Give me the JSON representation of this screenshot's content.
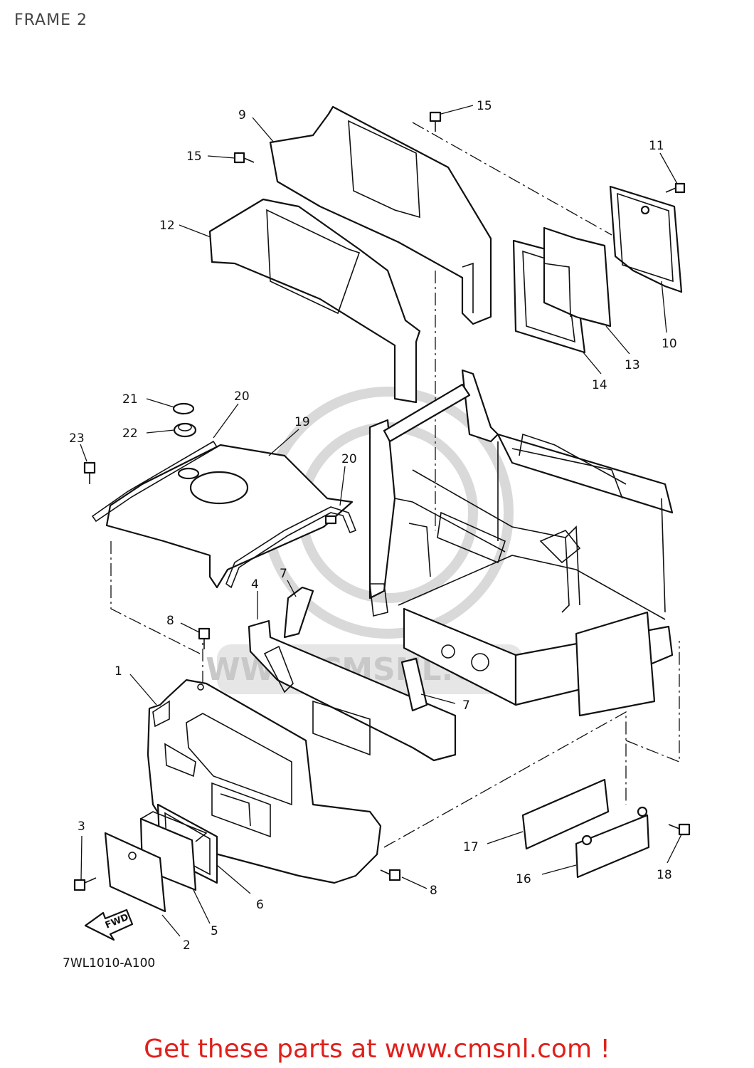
{
  "header": {
    "title": "FRAME 2"
  },
  "diagram_code": "7WL1010-A100",
  "fwd_label": "FWD",
  "banner": {
    "text": "Get these parts at www.cmsnl.com !",
    "color": "#e0201b"
  },
  "watermark": {
    "text": "WWW.CMSNL.COM"
  },
  "callouts": {
    "c1": "1",
    "c2": "2",
    "c3": "3",
    "c4": "4",
    "c5": "5",
    "c6": "6",
    "c7a": "7",
    "c7b": "7",
    "c8a": "8",
    "c8b": "8",
    "c9": "9",
    "c10": "10",
    "c11": "11",
    "c12": "12",
    "c13": "13",
    "c14": "14",
    "c15a": "15",
    "c15b": "15",
    "c16": "16",
    "c17": "17",
    "c18": "18",
    "c19": "19",
    "c20a": "20",
    "c20b": "20",
    "c21": "21",
    "c22": "22",
    "c23": "23"
  }
}
